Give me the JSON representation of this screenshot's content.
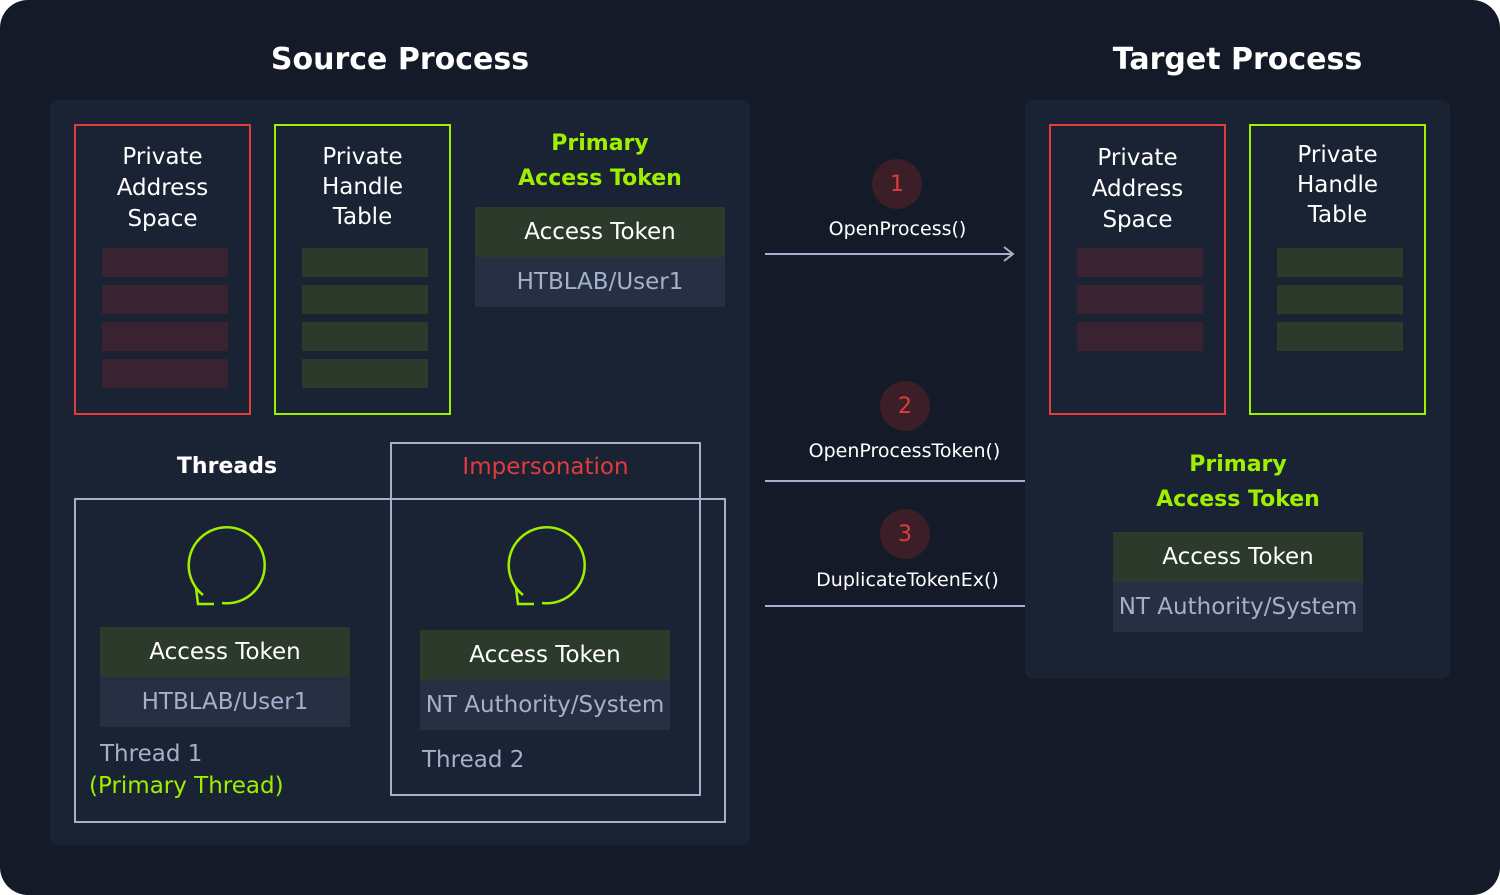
{
  "source": {
    "title": "Source Process",
    "address_space_label": "Private\nAddress\nSpace",
    "handle_table_label": "Private\nHandle\nTable",
    "primary_token_title": "Primary",
    "primary_token_title2": "Access Token",
    "primary_token": {
      "header": "Access Token",
      "user": "HTBLAB/User1"
    },
    "threads_label": "Threads",
    "impersonation_label": "Impersonation",
    "thread1": {
      "token_header": "Access Token",
      "token_user": "HTBLAB/User1",
      "name": "Thread 1",
      "note": "(Primary Thread)"
    },
    "thread2": {
      "token_header": "Access Token",
      "token_user": "NT Authority/System",
      "name": "Thread 2"
    }
  },
  "target": {
    "title": "Target Process",
    "address_space_label": "Private\nAddress\nSpace",
    "handle_table_label": "Private\nHandle\nTable",
    "primary_token_title": "Primary",
    "primary_token_title2": "Access Token",
    "primary_token": {
      "header": "Access Token",
      "user": "NT Authority/System"
    }
  },
  "steps": [
    {
      "number": "1",
      "label": "OpenProcess()"
    },
    {
      "number": "2",
      "label": "OpenProcessToken()"
    },
    {
      "number": "3",
      "label": "DuplicateTokenEx()"
    }
  ],
  "colors": {
    "background": "#141a27",
    "panel": "#1a2333",
    "red": "#e03c3c",
    "lime": "#9fef00",
    "grey": "#a4b1cd"
  },
  "icons": {
    "thread": "refresh-circle-arrow-icon"
  }
}
